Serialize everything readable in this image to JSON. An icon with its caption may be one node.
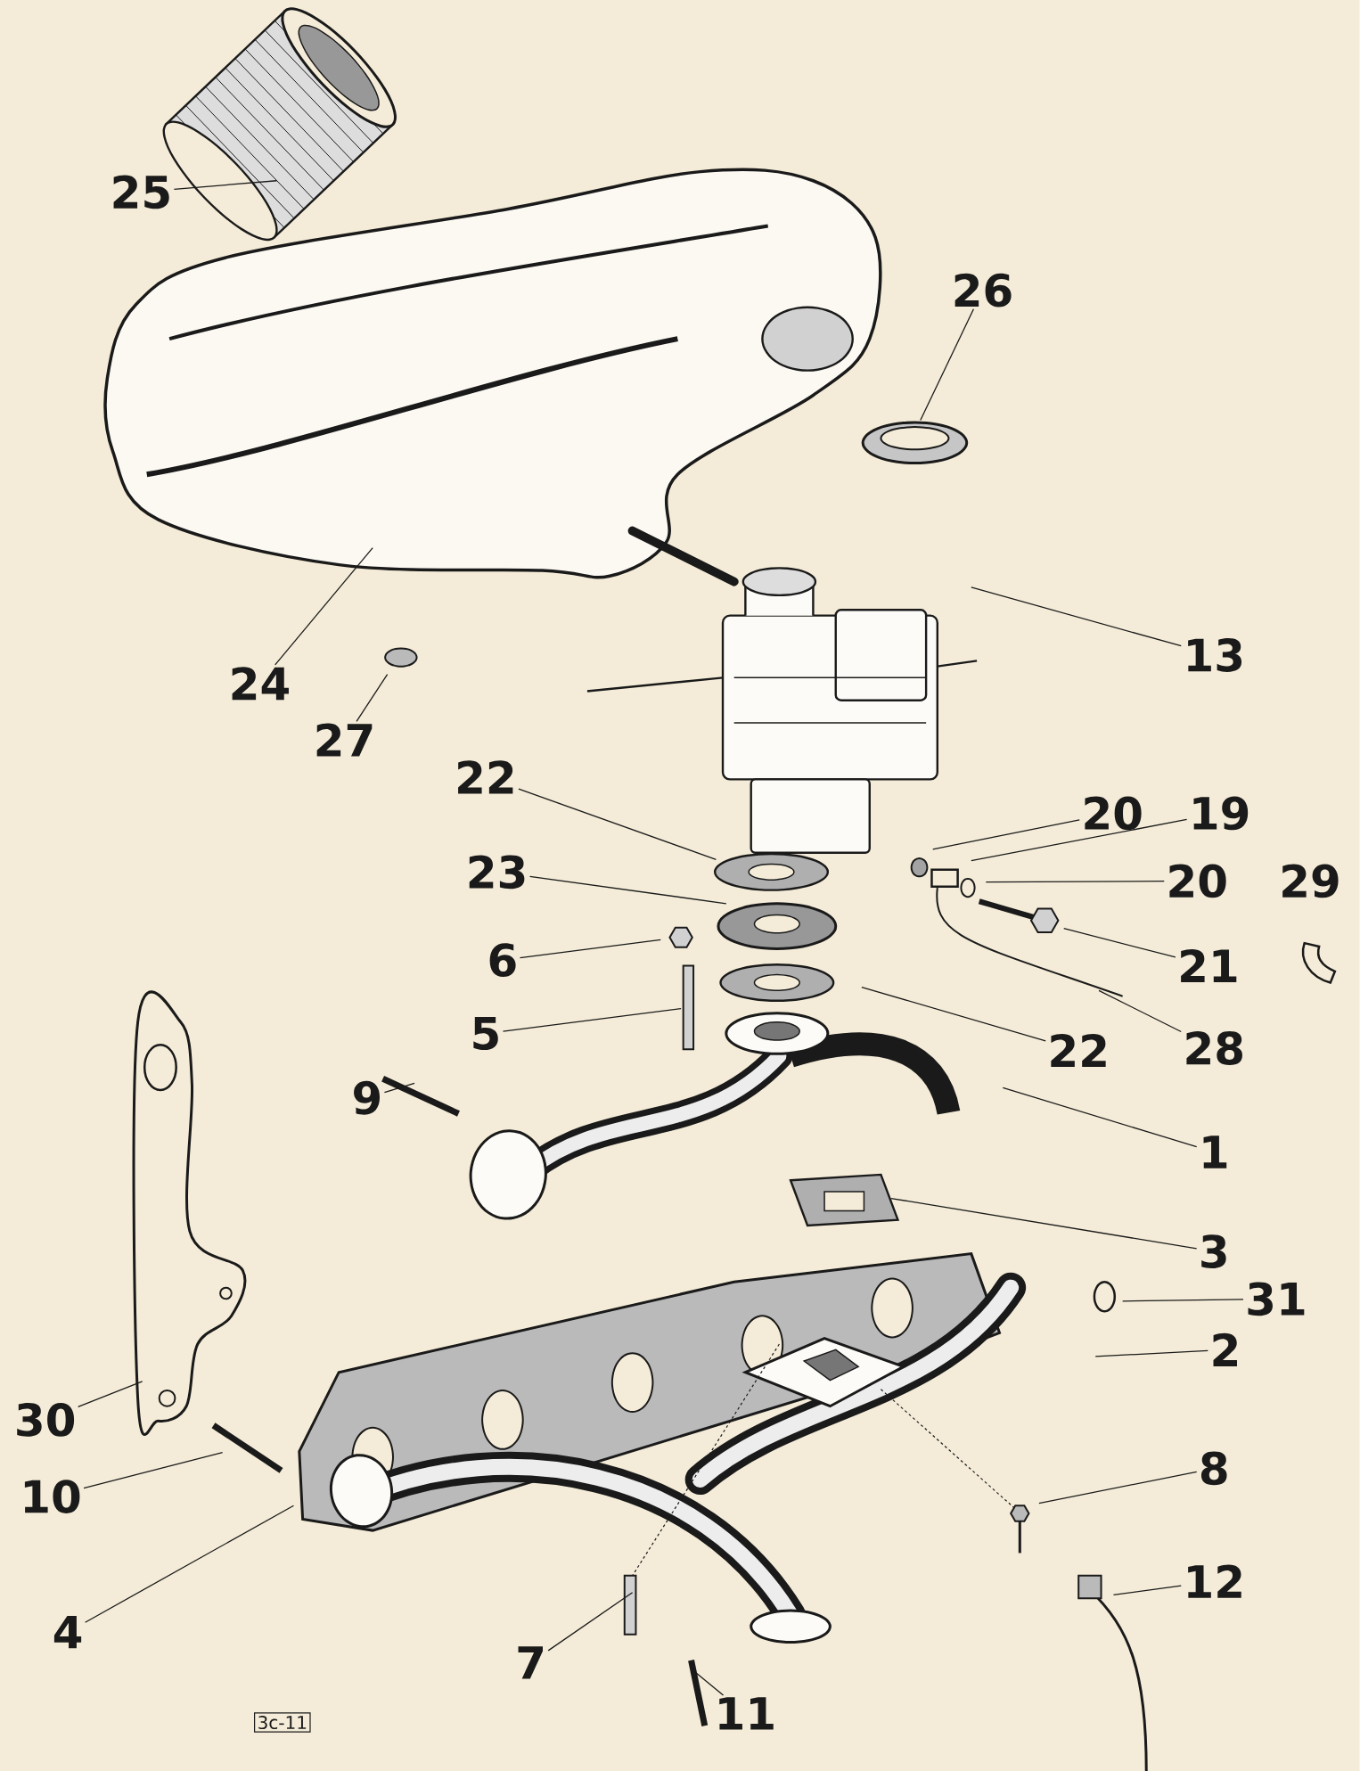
{
  "diagram": {
    "nodes": [
      {
        "text": [
          "25"
        ]
      },
      {
        "text": [
          "26"
        ]
      },
      {
        "text": [
          "24"
        ]
      },
      {
        "text": [
          "27"
        ]
      },
      {
        "text": [
          "13"
        ]
      },
      {
        "text": [
          "22"
        ]
      },
      {
        "text": [
          "20"
        ]
      },
      {
        "text": [
          "19"
        ]
      },
      {
        "text": [
          "23"
        ]
      },
      {
        "text": [
          "20"
        ]
      },
      {
        "text": [
          "29"
        ]
      },
      {
        "text": [
          "6"
        ]
      },
      {
        "text": [
          "21"
        ]
      },
      {
        "text": [
          "5"
        ]
      },
      {
        "text": [
          "22"
        ]
      },
      {
        "text": [
          "28"
        ]
      },
      {
        "text": [
          "9"
        ]
      },
      {
        "text": [
          "1"
        ]
      },
      {
        "text": [
          "3"
        ]
      },
      {
        "text": [
          "31"
        ]
      },
      {
        "text": [
          "2"
        ]
      },
      {
        "text": [
          "30"
        ]
      },
      {
        "text": [
          "10"
        ]
      },
      {
        "text": [
          "8"
        ]
      },
      {
        "text": [
          "12"
        ]
      },
      {
        "text": [
          "4"
        ]
      },
      {
        "text": [
          "7"
        ]
      },
      {
        "text": [
          "11"
        ]
      },
      {
        "text": [
          "3c-11"
        ]
      }
    ],
    "edges": [
      {
        "from": 0,
        "to": null,
        "arrow": "none"
      },
      {
        "from": 1,
        "to": null,
        "arrow": "none"
      },
      {
        "from": 2,
        "to": null,
        "arrow": "none"
      },
      {
        "from": 3,
        "to": null,
        "arrow": "none"
      },
      {
        "from": 4,
        "to": null,
        "arrow": "none"
      },
      {
        "from": 5,
        "to": null,
        "arrow": "none"
      },
      {
        "from": 6,
        "to": null,
        "arrow": "none"
      },
      {
        "from": 7,
        "to": null,
        "arrow": "none"
      },
      {
        "from": 8,
        "to": null,
        "arrow": "none"
      },
      {
        "from": 9,
        "to": null,
        "arrow": "none"
      },
      {
        "from": 11,
        "to": null,
        "arrow": "none"
      },
      {
        "from": 12,
        "to": null,
        "arrow": "none"
      },
      {
        "from": 13,
        "to": null,
        "arrow": "none"
      },
      {
        "from": 14,
        "to": null,
        "arrow": "none"
      },
      {
        "from": 15,
        "to": null,
        "arrow": "none"
      },
      {
        "from": 16,
        "to": null,
        "arrow": "none"
      },
      {
        "from": 17,
        "to": null,
        "arrow": "none"
      },
      {
        "from": 18,
        "to": null,
        "arrow": "none"
      },
      {
        "from": 19,
        "to": null,
        "arrow": "none"
      },
      {
        "from": 20,
        "to": null,
        "arrow": "none"
      },
      {
        "from": 21,
        "to": null,
        "arrow": "none"
      },
      {
        "from": 22,
        "to": null,
        "arrow": "none"
      },
      {
        "from": 23,
        "to": null,
        "arrow": "none"
      },
      {
        "from": 24,
        "to": null,
        "arrow": "none"
      },
      {
        "from": 25,
        "to": null,
        "arrow": "none"
      },
      {
        "from": 26,
        "to": null,
        "arrow": "none"
      },
      {
        "from": 27,
        "to": null,
        "arrow": "none"
      }
    ]
  }
}
